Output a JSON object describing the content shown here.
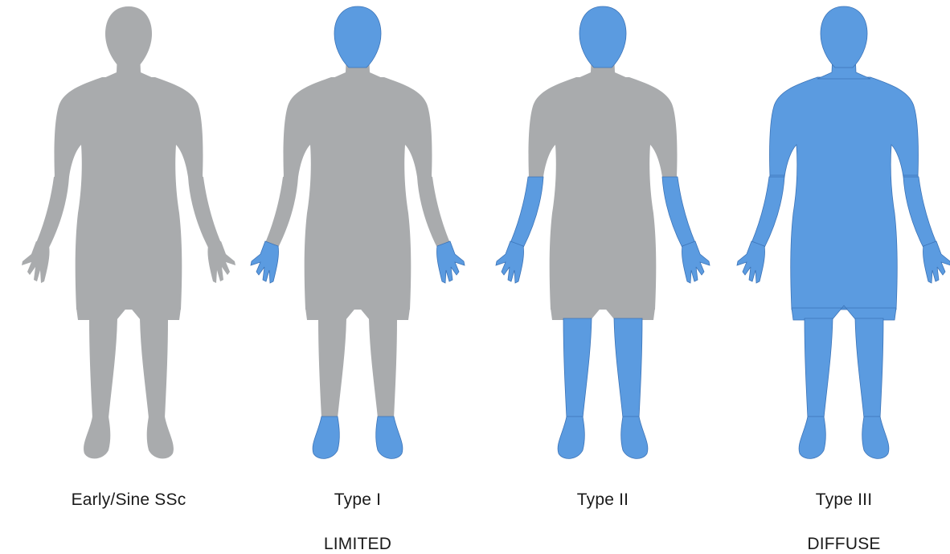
{
  "colors": {
    "unaffected": "#a9abad",
    "affected": "#5b9be0",
    "affected_dark": "#3f82cc",
    "affected_light": "#8fbcea",
    "seam": "#3c74b8"
  },
  "figures": [
    {
      "caption": "Early/Sine SSc",
      "subtitle": "",
      "affected": []
    },
    {
      "caption": "Type I",
      "subtitle": "LIMITED",
      "affected": [
        "head",
        "hands",
        "feet"
      ]
    },
    {
      "caption": "Type II",
      "subtitle": "",
      "affected": [
        "head",
        "hands",
        "forearms",
        "feet",
        "lower-legs"
      ]
    },
    {
      "caption": "Type III",
      "subtitle": "DIFFUSE",
      "affected": [
        "head",
        "trunk",
        "upper-arms",
        "forearms",
        "hands",
        "thighs",
        "lower-legs",
        "feet"
      ]
    }
  ]
}
